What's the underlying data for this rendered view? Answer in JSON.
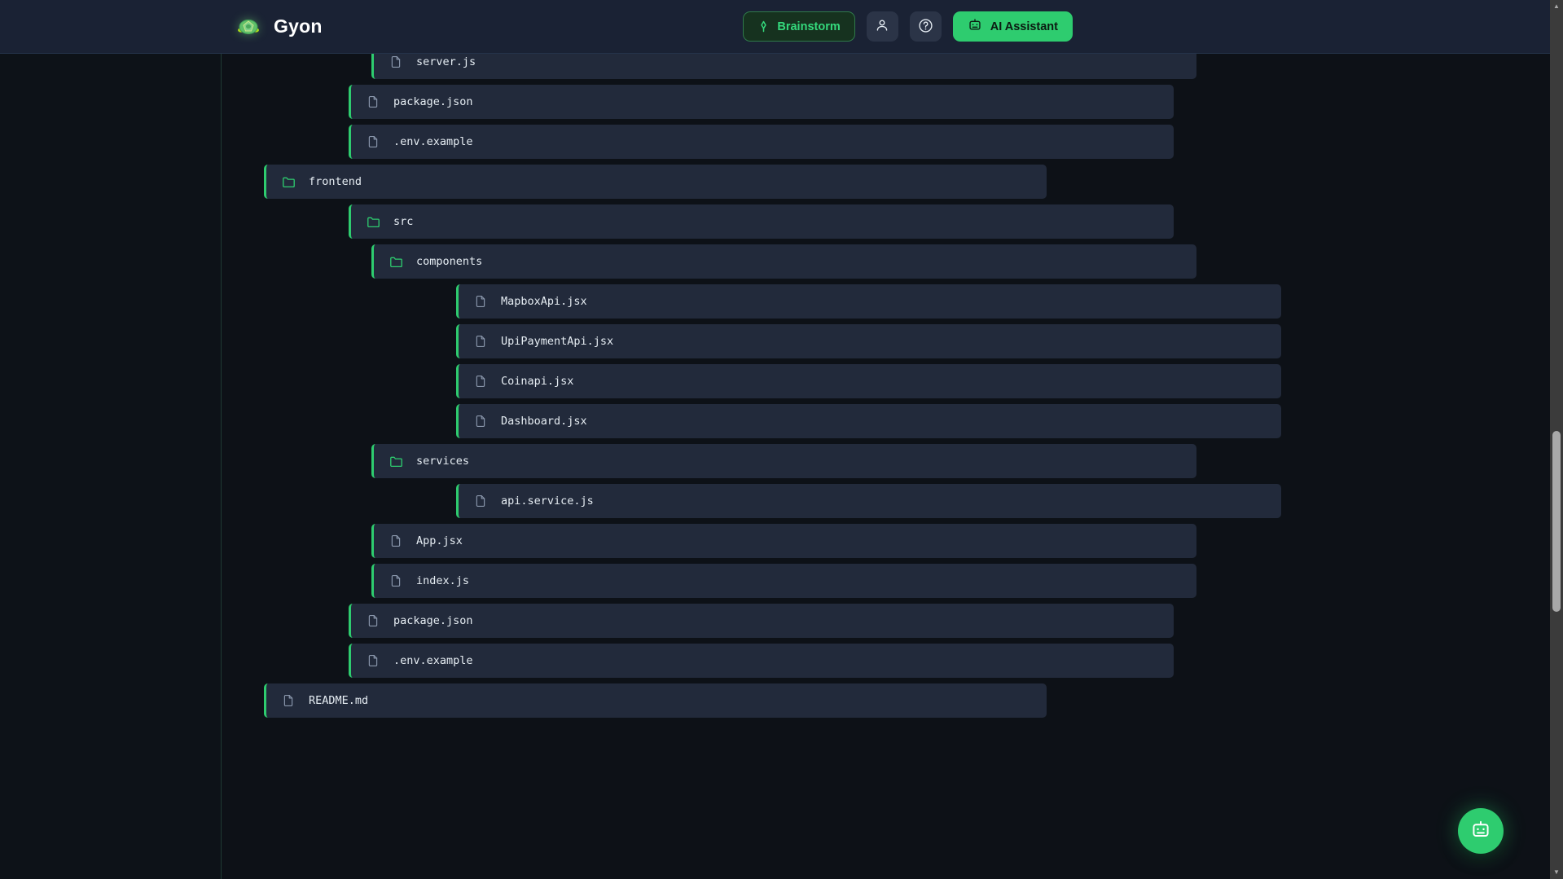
{
  "app": {
    "brand_name": "Gyon",
    "logo_icon": "turtle-logo-icon"
  },
  "topbar": {
    "brainstorm_label": "Brainstorm",
    "brainstorm_icon": "sparkle-diamond-icon",
    "profile_icon": "user-person-icon",
    "help_icon": "question-mark-circle-icon",
    "ai_assistant_label": "AI Assistant",
    "ai_assistant_icon": "robot-bot-icon",
    "accent_green": "#2ecc6f",
    "brainstorm_text_color": "#34d97c",
    "brainstorm_bg": "#16321f",
    "brainstorm_border": "#2f7a4a",
    "icon_btn_bg": "#2b3447",
    "topbar_bg": "#1a2234"
  },
  "fab": {
    "icon": "robot-bot-icon",
    "color": "#2ecc6f"
  },
  "file_tree": {
    "row_bg": "#222a3b",
    "row_accent": "#2ecc6f",
    "folder_icon": "folder-icon",
    "file_icon": "file-document-icon",
    "rows": [
      {
        "label": "server.js",
        "type": "file",
        "depth": 3
      },
      {
        "label": "package.json",
        "type": "file",
        "depth": 2
      },
      {
        "label": ".env.example",
        "type": "file",
        "depth": 2
      },
      {
        "label": "frontend",
        "type": "folder",
        "depth": 0
      },
      {
        "label": "src",
        "type": "folder",
        "depth": 2
      },
      {
        "label": "components",
        "type": "folder",
        "depth": 3
      },
      {
        "label": "MapboxApi.jsx",
        "type": "file",
        "depth": 5
      },
      {
        "label": "UpiPaymentApi.jsx",
        "type": "file",
        "depth": 5
      },
      {
        "label": "Coinapi.jsx",
        "type": "file",
        "depth": 5
      },
      {
        "label": "Dashboard.jsx",
        "type": "file",
        "depth": 5
      },
      {
        "label": "services",
        "type": "folder",
        "depth": 3
      },
      {
        "label": "api.service.js",
        "type": "file",
        "depth": 5
      },
      {
        "label": "App.jsx",
        "type": "file",
        "depth": 3
      },
      {
        "label": "index.js",
        "type": "file",
        "depth": 3
      },
      {
        "label": "package.json",
        "type": "file",
        "depth": 2
      },
      {
        "label": ".env.example",
        "type": "file",
        "depth": 2
      },
      {
        "label": "README.md",
        "type": "file",
        "depth": 0
      }
    ]
  },
  "scrollbar": {
    "up_arrow_icon": "caret-up-icon",
    "down_arrow_icon": "caret-down-icon"
  }
}
